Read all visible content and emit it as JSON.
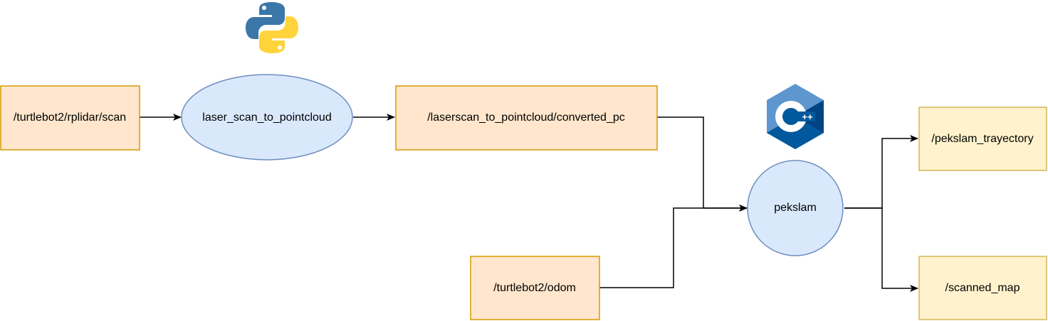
{
  "colors": {
    "topic_fill": "#ffe6cc",
    "topic_stroke": "#d79b00",
    "node_fill": "#dae8fc",
    "node_stroke": "#6c8ebf",
    "output_fill": "#fff2cc",
    "output_stroke": "#d6b656",
    "edge": "#000000"
  },
  "nodes": {
    "scan_topic": {
      "label": "/turtlebot2/rplidar/scan"
    },
    "scan_to_pc_node": {
      "label": "laser_scan_to_pointcloud",
      "language_icon": "python-logo-icon"
    },
    "converted_pc_topic": {
      "label": "/laserscan_to_pointcloud/converted_pc"
    },
    "odom_topic": {
      "label": "/turtlebot2/odom"
    },
    "pekslam_node": {
      "label": "pekslam",
      "language_icon": "cpp-logo-icon"
    },
    "trajectory_topic": {
      "label": "/pekslam_trayectory"
    },
    "map_topic": {
      "label": "/scanned_map"
    }
  },
  "edges": [
    {
      "from": "scan_topic",
      "to": "scan_to_pc_node"
    },
    {
      "from": "scan_to_pc_node",
      "to": "converted_pc_topic"
    },
    {
      "from": "converted_pc_topic",
      "to": "pekslam_node"
    },
    {
      "from": "odom_topic",
      "to": "pekslam_node"
    },
    {
      "from": "pekslam_node",
      "to": "trajectory_topic"
    },
    {
      "from": "pekslam_node",
      "to": "map_topic"
    }
  ]
}
